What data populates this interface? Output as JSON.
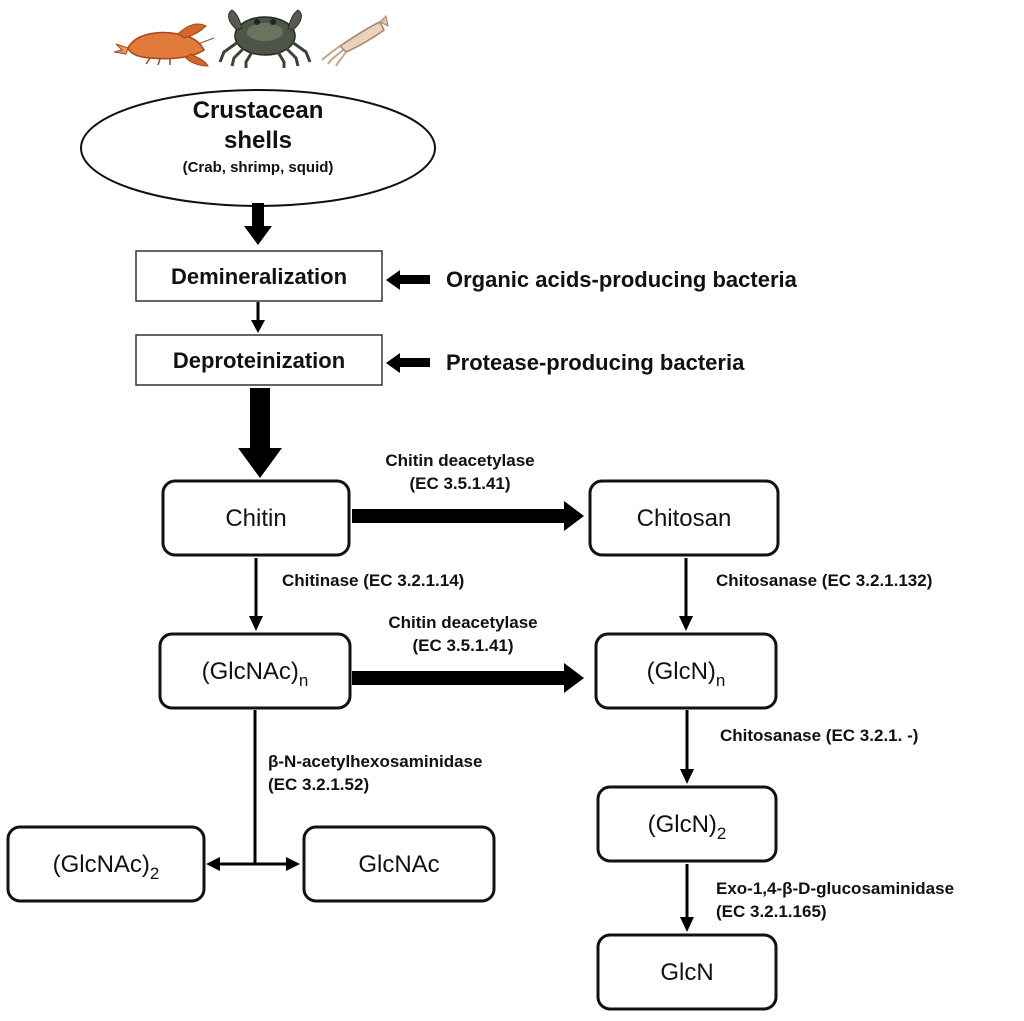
{
  "source": {
    "title": "Crustacean",
    "title2": "shells",
    "subtitle": "(Crab, shrimp, squid)"
  },
  "icons": [
    "crayfish-icon",
    "crab-icon",
    "squid-icon"
  ],
  "steps": {
    "demineralization": "Demineralization",
    "deproteinization": "Deproteinization",
    "organic_acids": "Organic acids-producing bacteria",
    "protease": "Protease-producing bacteria"
  },
  "nodes": {
    "chitin": "Chitin",
    "chitosan": "Chitosan",
    "glcnac_n": {
      "base": "(GlcNAc)",
      "sub": "n"
    },
    "glcn_n": {
      "base": "(GlcN)",
      "sub": "n"
    },
    "glcnac_2": {
      "base": "(GlcNAc)",
      "sub": "2"
    },
    "glcnac": "GlcNAc",
    "glcn_2": {
      "base": "(GlcN)",
      "sub": "2"
    },
    "glcn": "GlcN"
  },
  "enzymes": {
    "deacetylase_1": {
      "name": "Chitin deacetylase",
      "ec": "(EC 3.5.1.41)"
    },
    "deacetylase_2": {
      "name": "Chitin deacetylase",
      "ec": "(EC 3.5.1.41)"
    },
    "chitinase": "Chitinase (EC 3.2.1.14)",
    "chitosanase_1": "Chitosanase (EC 3.2.1.132)",
    "chitosanase_2": "Chitosanase (EC 3.2.1. -)",
    "hexosaminidase": {
      "name": "β-N-acetylhexosaminidase",
      "ec": "(EC 3.2.1.52)"
    },
    "glucosaminidase": {
      "name": "Exo-1,4-β-D-glucosaminidase",
      "ec": "(EC 3.2.1.165)"
    }
  }
}
